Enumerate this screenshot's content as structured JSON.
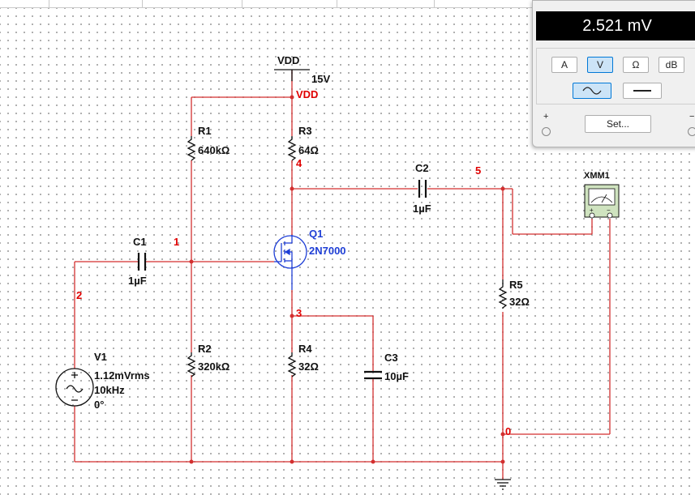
{
  "multimeter": {
    "reading": "2.521 mV",
    "modes": [
      "A",
      "V",
      "Ω",
      "dB"
    ],
    "selected_mode": "V",
    "coupling_selected": "AC",
    "set_label": "Set...",
    "plus_label": "+",
    "minus_label": "−"
  },
  "schematic": {
    "vdd_label": "VDD",
    "vdd_value": "15V",
    "vdd_net": "VDD",
    "r1_name": "R1",
    "r1_value": "640kΩ",
    "r2_name": "R2",
    "r2_value": "320kΩ",
    "r3_name": "R3",
    "r3_value": "64Ω",
    "r4_name": "R4",
    "r4_value": "32Ω",
    "r5_name": "R5",
    "r5_value": "32Ω",
    "c1_name": "C1",
    "c1_value": "1µF",
    "c2_name": "C2",
    "c2_value": "1µF",
    "c3_name": "C3",
    "c3_value": "10µF",
    "q1_name": "Q1",
    "q1_value": "2N7000",
    "v1_name": "V1",
    "v1_amp": "1.12mVrms",
    "v1_freq": "10kHz",
    "v1_phase": "0°",
    "xmm_name": "XMM1",
    "nodes": {
      "n1": "1",
      "n2": "2",
      "n3": "3",
      "n4": "4",
      "n5": "5",
      "n0": "0"
    }
  },
  "colors": {
    "wire": "#d32f2f",
    "node_label": "#e00000",
    "transistor": "#1f3fd6",
    "text": "#111111"
  }
}
